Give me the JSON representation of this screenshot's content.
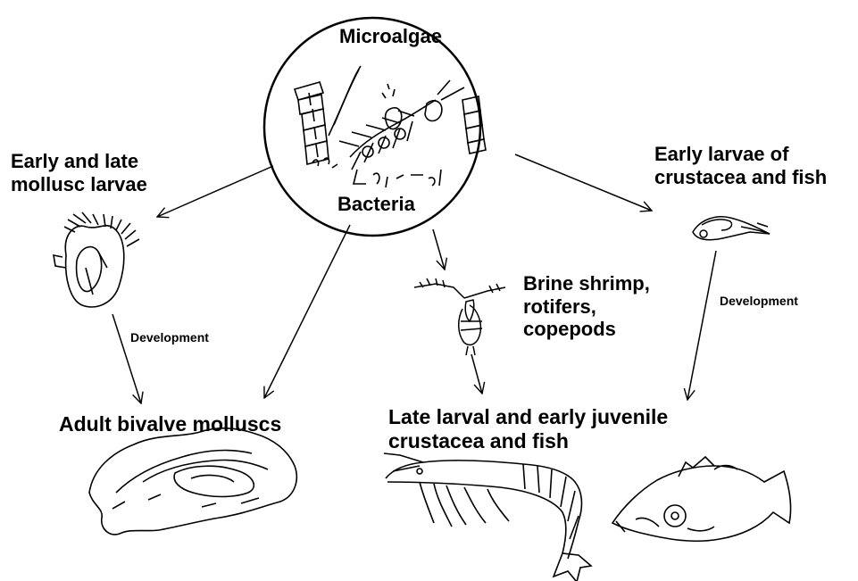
{
  "nodes": {
    "microalgae": "Microalgae",
    "bacteria": "Bacteria",
    "mollusc_larvae": [
      "Early and late",
      "mollusc larvae"
    ],
    "crustacea_larvae": [
      "Early larvae of",
      "crustacea and fish"
    ],
    "brine_shrimp": [
      "Brine shrimp,",
      "rotifers,",
      "copepods"
    ],
    "adult_bivalves": "Adult bivalve molluscs",
    "late_larval": [
      "Late larval and early juvenile",
      "crustacea and fish"
    ]
  },
  "edges": {
    "development_left": "Development",
    "development_right": "Development"
  }
}
